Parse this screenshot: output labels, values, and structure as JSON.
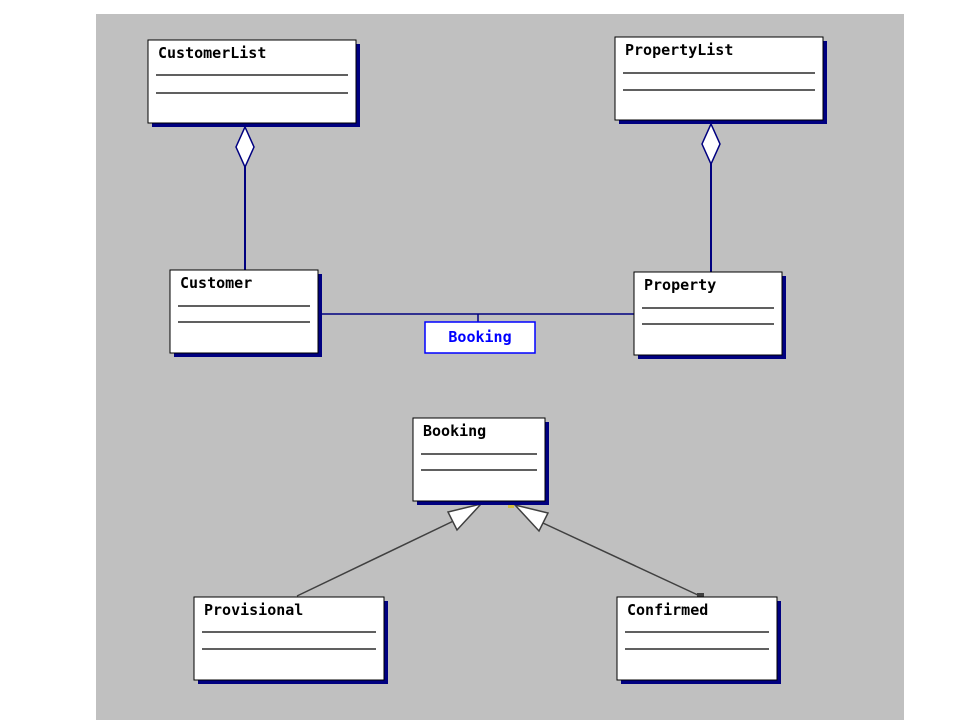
{
  "diagram": {
    "classes": [
      {
        "id": "customerlist",
        "name": "CustomerList"
      },
      {
        "id": "propertylist",
        "name": "PropertyList"
      },
      {
        "id": "customer",
        "name": "Customer"
      },
      {
        "id": "property",
        "name": "Property"
      },
      {
        "id": "booking",
        "name": "Booking"
      },
      {
        "id": "provisional",
        "name": "Provisional"
      },
      {
        "id": "confirmed",
        "name": "Confirmed"
      }
    ],
    "association_class_label": "Booking",
    "relations": [
      {
        "type": "aggregation",
        "whole": "CustomerList",
        "part": "Customer"
      },
      {
        "type": "aggregation",
        "whole": "PropertyList",
        "part": "Property"
      },
      {
        "type": "association",
        "from": "Customer",
        "to": "Property",
        "association_class": "Booking"
      },
      {
        "type": "generalization",
        "child": "Provisional",
        "parent": "Booking"
      },
      {
        "type": "generalization",
        "child": "Confirmed",
        "parent": "Booking"
      }
    ],
    "colors": {
      "background": "#c0c0c0",
      "class_fill": "#ffffff",
      "shadow": "#000080",
      "line": "#000080",
      "assoc_label": "#0000ff",
      "generalization_line": "#404040"
    }
  }
}
